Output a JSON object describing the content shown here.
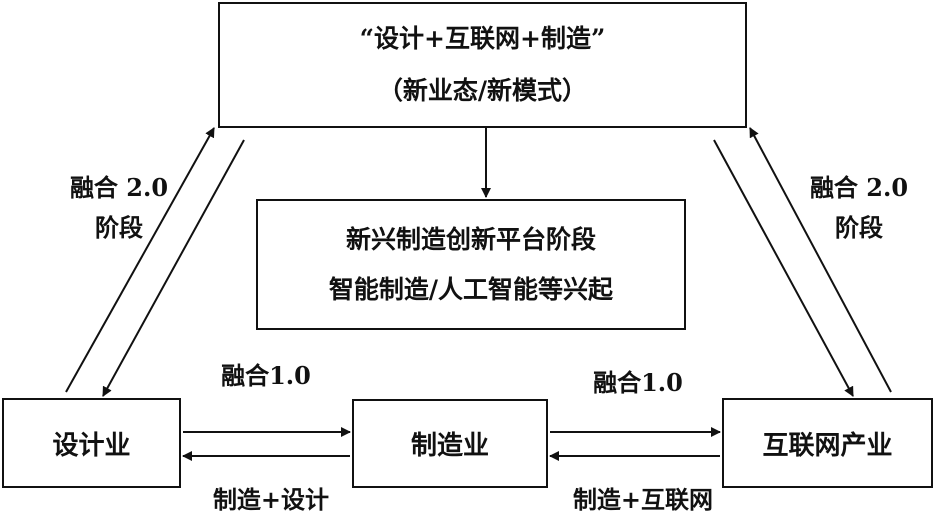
{
  "top_box": {
    "line1": "“设计+互联网+制造”",
    "line2": "（新业态/新模式）"
  },
  "mid_box": {
    "line1": "新兴制造创新平台阶段",
    "line2": "智能制造/人工智能等兴起"
  },
  "nodes": {
    "design": "设计业",
    "manufacturing": "制造业",
    "internet": "互联网产业"
  },
  "labels": {
    "left_stage_line1": "融合 2.0",
    "left_stage_line2": "阶段",
    "right_stage_line1": "融合 2.0",
    "right_stage_line2": "阶段",
    "fusion_left": "融合1.0",
    "fusion_right": "融合1.0",
    "bottom_left": "制造+设计",
    "bottom_right": "制造+互联网"
  }
}
